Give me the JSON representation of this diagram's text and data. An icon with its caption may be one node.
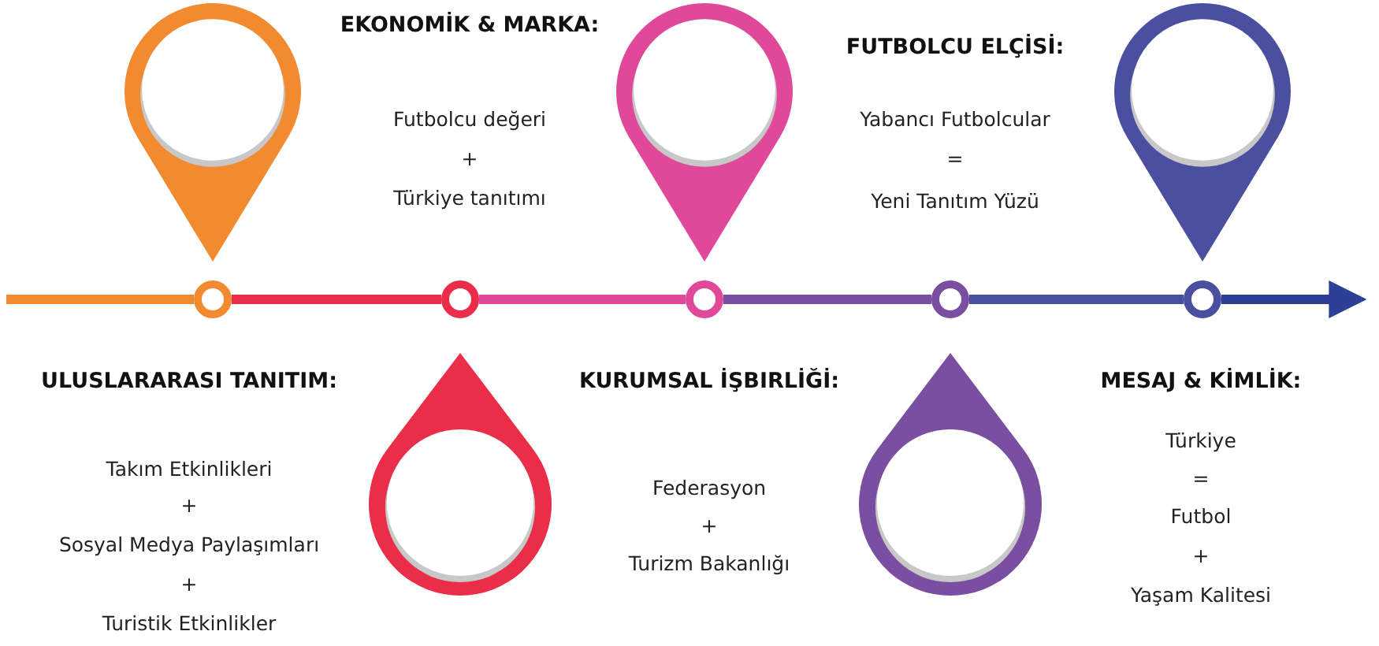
{
  "diagram": {
    "nodes": [
      {
        "text": [],
        "shape": "pin"
      },
      {
        "text": [],
        "shape": "pin"
      },
      {
        "text": [],
        "shape": "pin"
      },
      {
        "text": [],
        "shape": "pin"
      },
      {
        "text": [],
        "shape": "pin"
      },
      {
        "text": [],
        "shape": "circle"
      },
      {
        "text": [],
        "shape": "circle"
      },
      {
        "text": [],
        "shape": "circle"
      },
      {
        "text": [],
        "shape": "circle"
      },
      {
        "text": [],
        "shape": "circle"
      }
    ],
    "edges": [
      {
        "from": null,
        "to": 5,
        "arrow": "none",
        "color": "#f28a30"
      },
      {
        "from": 5,
        "to": 6,
        "arrow": "none",
        "color": "#ea2e49"
      },
      {
        "from": 6,
        "to": 7,
        "arrow": "none",
        "color": "#e0489a"
      },
      {
        "from": 7,
        "to": 8,
        "arrow": "none",
        "color": "#7a4ea0"
      },
      {
        "from": 8,
        "to": 9,
        "arrow": "none",
        "color": "#4b4fa0"
      },
      {
        "from": 9,
        "to": null,
        "arrow": "to",
        "color": "#2c3e96"
      }
    ],
    "labels": [
      "EKONOMİK & MARKA:",
      "Futbolcu değeri",
      "+",
      "Türkiye tanıtımı",
      "FUTBOLCU ELÇİSİ:",
      "Yabancı Futbolcular",
      "=",
      "Yeni Tanıtım Yüzü",
      "ULUSLARARASI TANITIM:",
      "Takım Etkinlikleri",
      "+",
      "Sosyal Medya Paylaşımları",
      "+",
      "Turistik Etkinlikler",
      "KURUMSAL İŞBIRLİĞİ:",
      "Federasyon",
      "+",
      "Turizm Bakanlığı",
      "MESAJ & KİMLİK:",
      "Türkiye",
      "=",
      "Futbol",
      "+",
      "Yaşam Kalitesi"
    ]
  }
}
